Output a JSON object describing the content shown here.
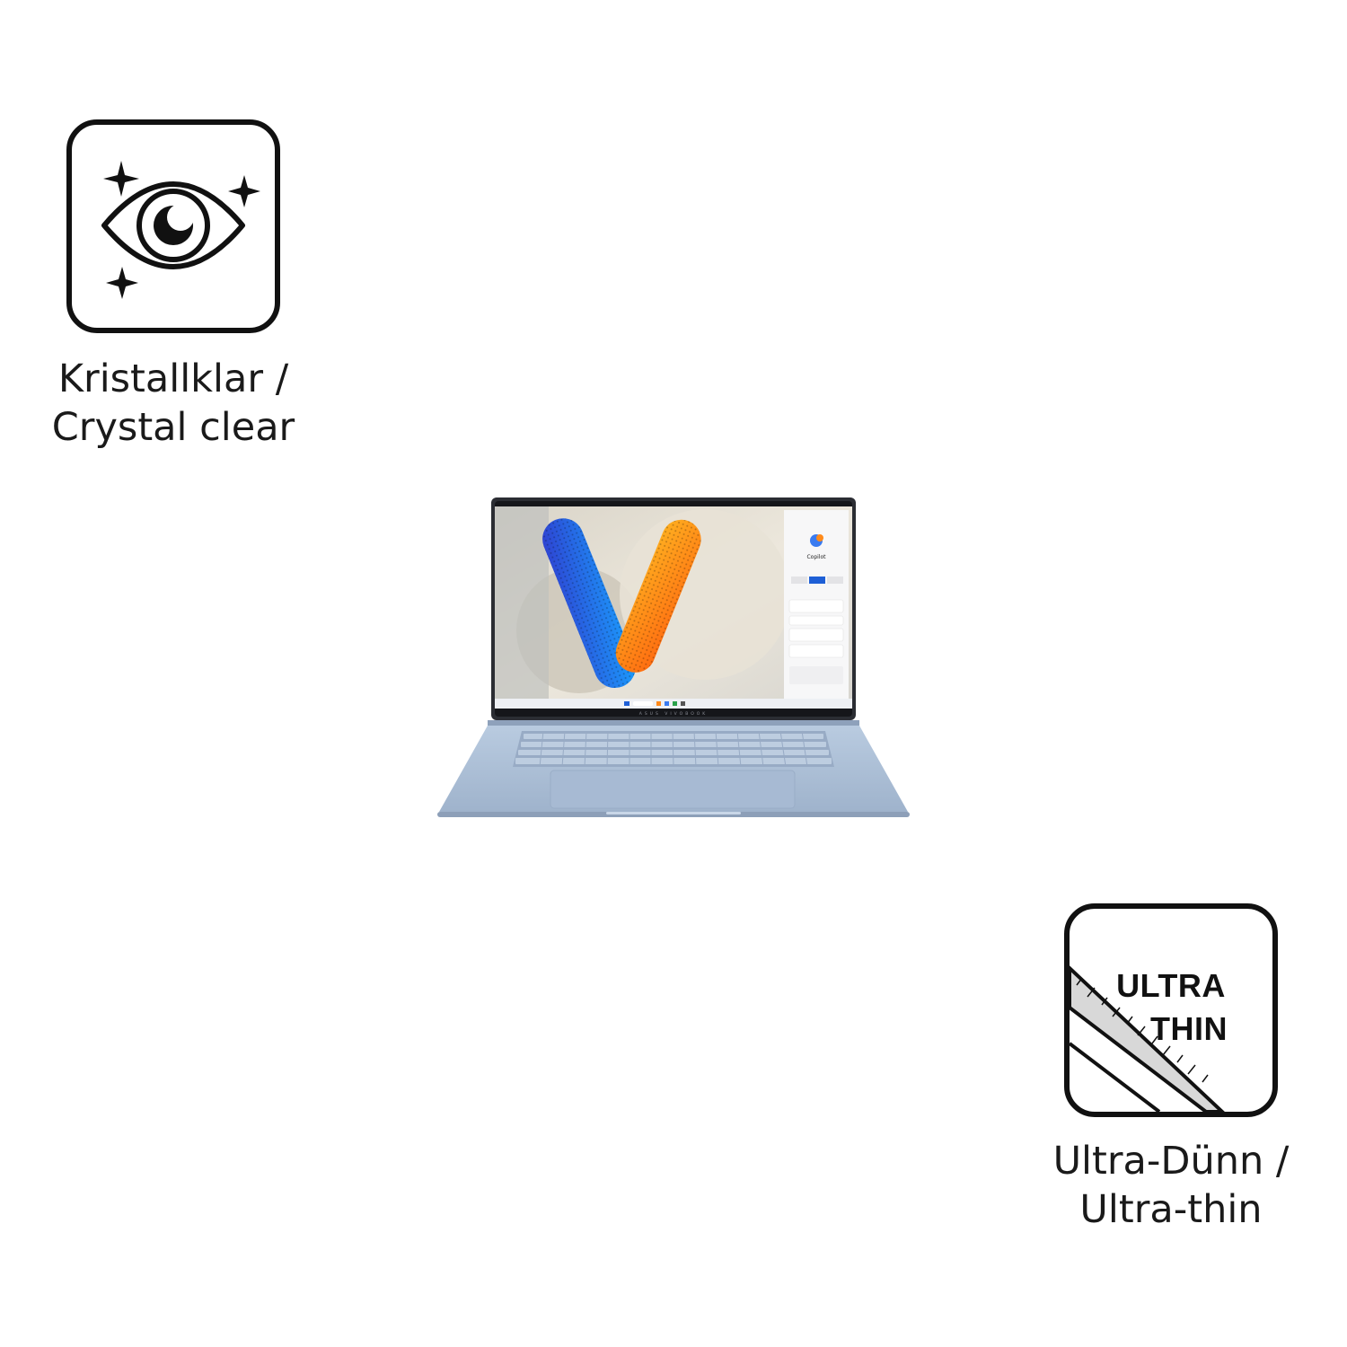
{
  "badges": {
    "clear": {
      "icon": "sparkle-eye-icon",
      "line1": "Kristallklar /",
      "line2": "Crystal clear"
    },
    "thin": {
      "icon": "ruler-icon",
      "text_line1": "ULTRA",
      "text_line2": "THIN",
      "line1": "Ultra-Dünn /",
      "line2": "Ultra-thin"
    }
  },
  "product": {
    "icon": "laptop-image",
    "brand_text": "ASUS VIVOBOOK",
    "screen_panel_title": "Copilot"
  },
  "colors": {
    "ink": "#111111",
    "chassis": "#a9bdd6",
    "accent_blue": "#1e5fd6",
    "accent_orange": "#ff8a1a"
  }
}
